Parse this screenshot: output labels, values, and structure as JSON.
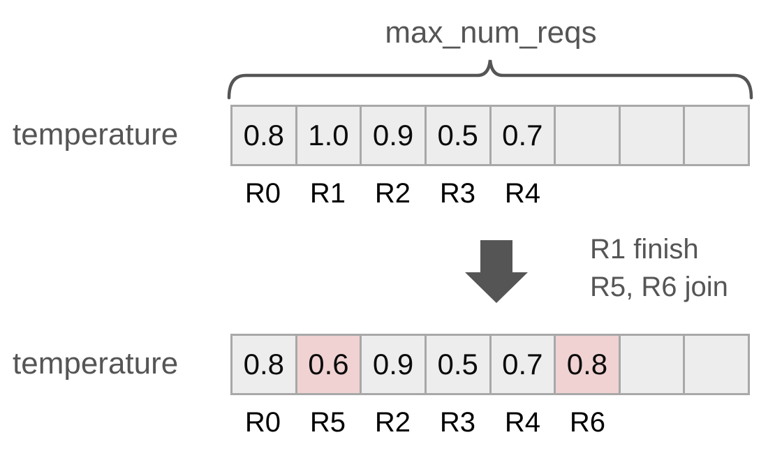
{
  "diagram": {
    "brace": {
      "caption": "max_num_reqs"
    },
    "accent_colors": {
      "cell_fill": "#ededed",
      "cell_highlight": "#f0d2d2",
      "cell_border": "#a8a8a8",
      "label_gray": "#555555",
      "value_black": "#0b0b0b"
    },
    "before": {
      "row_label": "temperature",
      "values": [
        "0.8",
        "1.0",
        "0.9",
        "0.5",
        "0.7",
        "",
        "",
        ""
      ],
      "highlight": [
        false,
        false,
        false,
        false,
        false,
        false,
        false,
        false
      ],
      "request_ids": [
        "R0",
        "R1",
        "R2",
        "R3",
        "R4",
        "",
        "",
        ""
      ]
    },
    "transition": {
      "arrow_icon": "arrow-down-icon",
      "notes": [
        "R1 finish",
        "R5, R6 join"
      ]
    },
    "after": {
      "row_label": "temperature",
      "values": [
        "0.8",
        "0.6",
        "0.9",
        "0.5",
        "0.7",
        "0.8",
        "",
        ""
      ],
      "highlight": [
        false,
        true,
        false,
        false,
        false,
        true,
        false,
        false
      ],
      "request_ids": [
        "R0",
        "R5",
        "R2",
        "R3",
        "R4",
        "R6",
        "",
        ""
      ]
    }
  }
}
